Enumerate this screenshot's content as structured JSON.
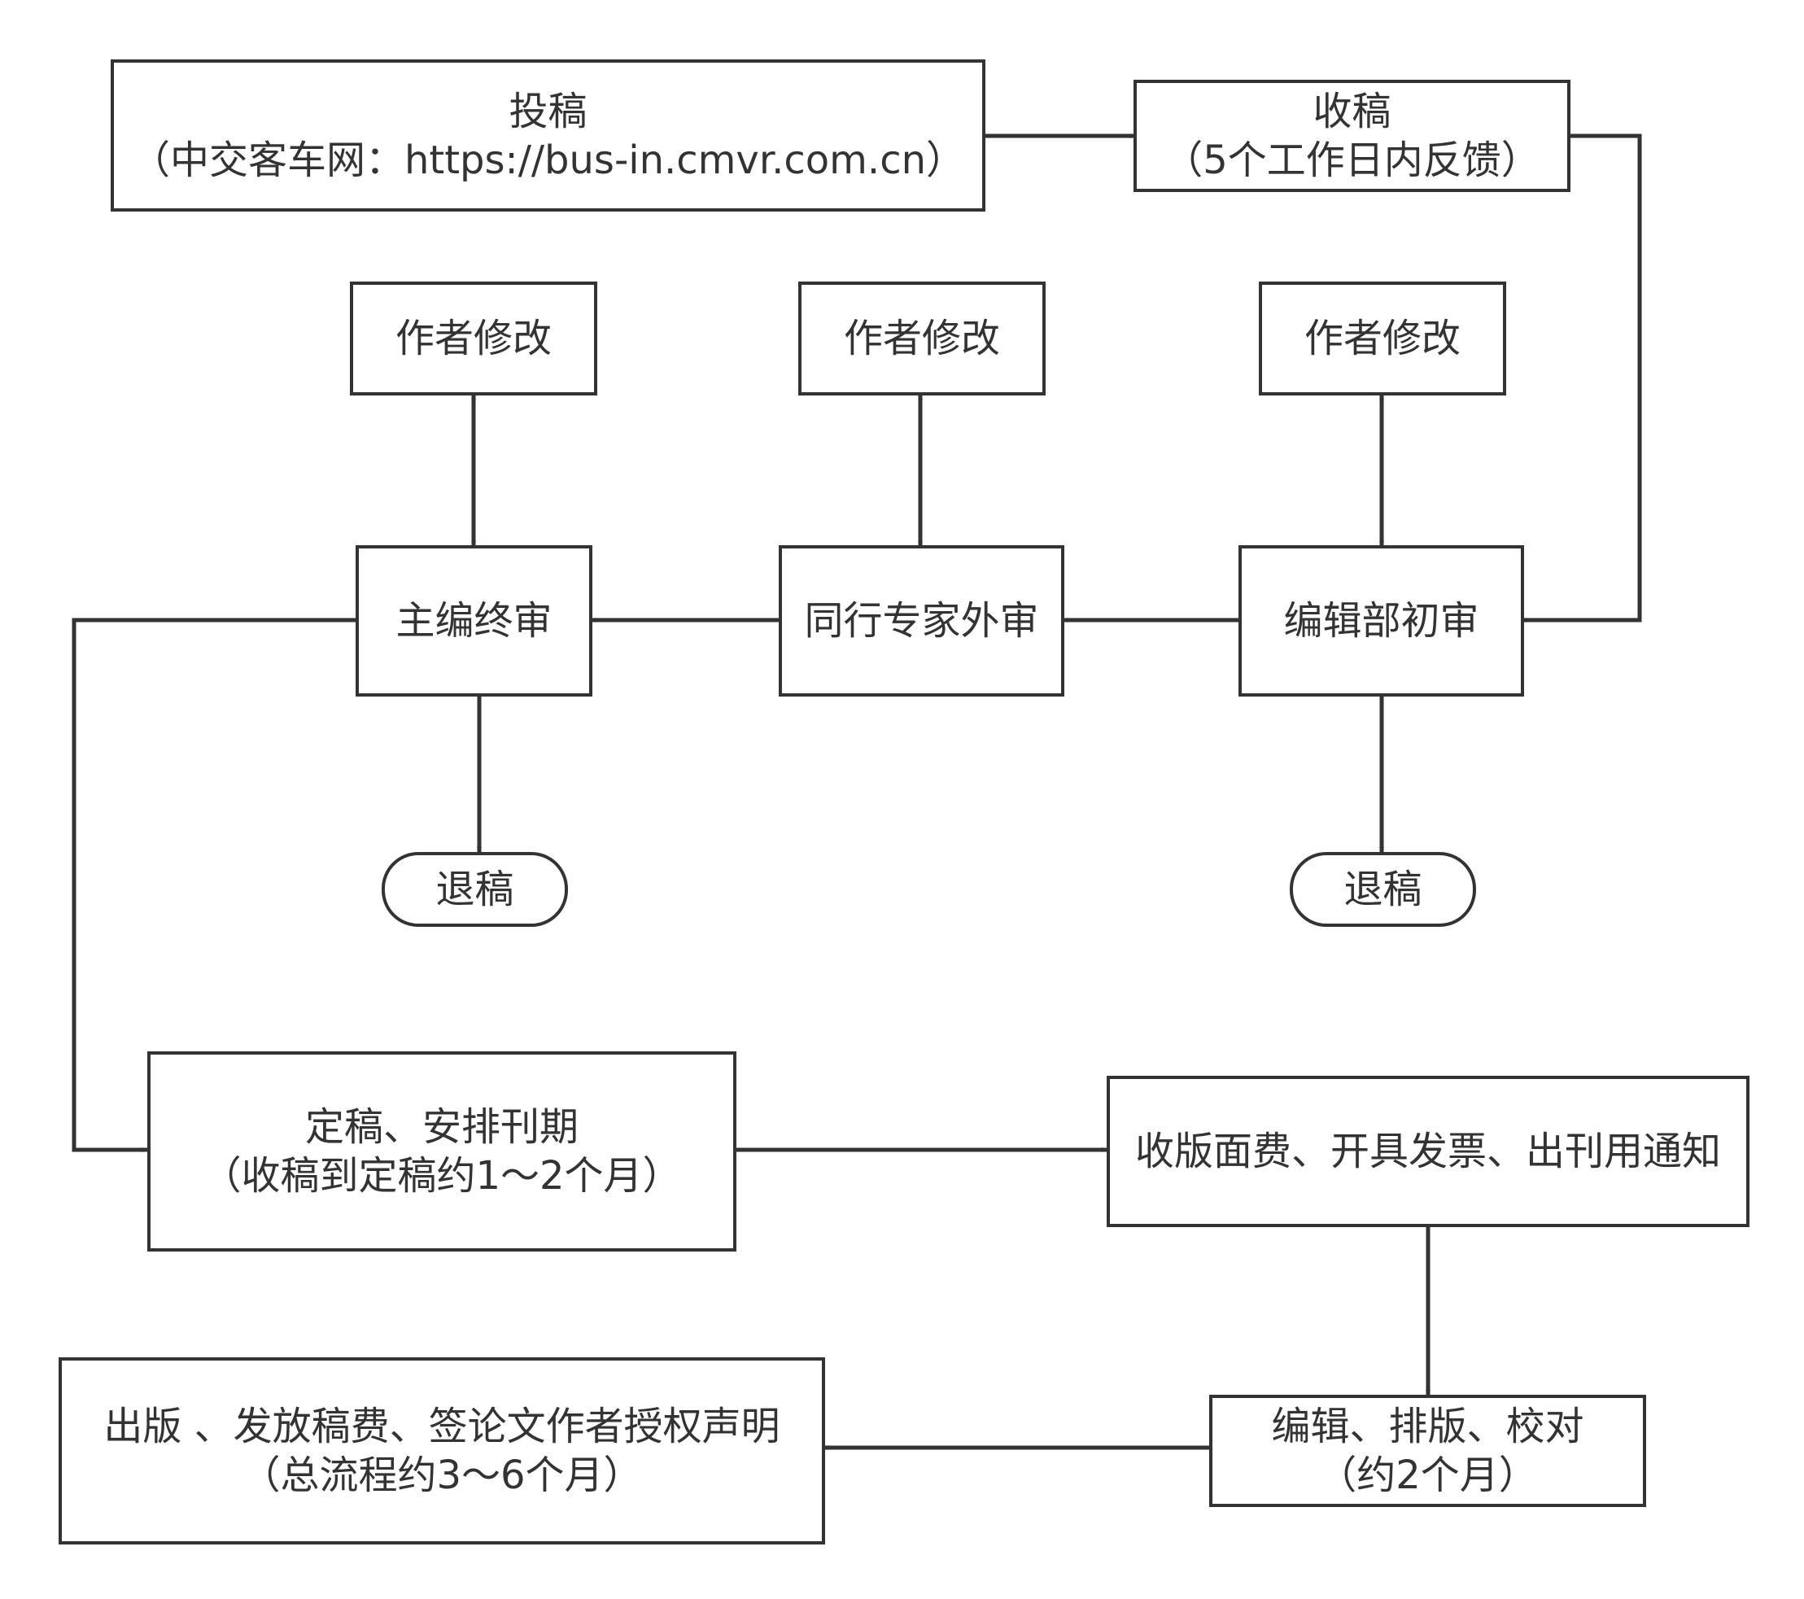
{
  "submit": {
    "line1": "投稿",
    "line2": "（中交客车网：https://bus-in.cmvr.com.cn）"
  },
  "receive": {
    "line1": "收稿",
    "line2": "（5个工作日内反馈）"
  },
  "author_revise_1": {
    "label": "作者修改"
  },
  "author_revise_2": {
    "label": "作者修改"
  },
  "author_revise_3": {
    "label": "作者修改"
  },
  "chief_review": {
    "label": "主编终审"
  },
  "peer_review": {
    "label": "同行专家外审"
  },
  "editorial_review": {
    "label": "编辑部初审"
  },
  "reject_1": {
    "label": "退稿"
  },
  "reject_2": {
    "label": "退稿"
  },
  "finalize": {
    "line1": "定稿、安排刊期",
    "line2": "（收稿到定稿约1～2个月）"
  },
  "fees": {
    "label": "收版面费、开具发票、出刊用通知"
  },
  "editing": {
    "line1": "编辑、排版、校对",
    "line2": "（约2个月）"
  },
  "publish": {
    "line1": "出版 、发放稿费、签论文作者授权声明",
    "line2": "（总流程约3～6个月）"
  },
  "colors": {
    "stroke": "#333333",
    "background": "#ffffff"
  }
}
